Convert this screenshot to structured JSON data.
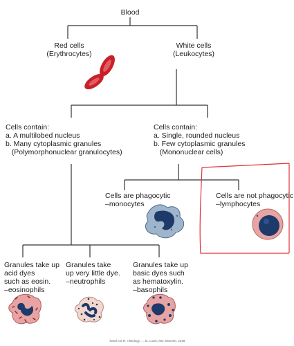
{
  "root": "Blood",
  "red_cells": "Red cells\n(Erythrocytes)",
  "white_cells": "White cells\n(Leukocytes)",
  "poly_group": "Cells contain:\na. A multilobed nucleus\nb. Many cytoplasmic granules\n   (Polymorphonuclear granulocytes)",
  "mono_group": "Cells contain:\na. Single, rounded nucleus\nb. Few cytoplasmic granules\n   (Mononuclear cells)",
  "monocytes": "Cells are phagocytic\n–monocytes",
  "lymphocytes": "Cells are not phagocytic\n–lymphocytes",
  "eosinophils": "Granules take up\nacid dyes\nsuch as eosin.\n–eosinophils",
  "neutrophils": "Granules take\nup very little dye.\n–neutrophils",
  "basophils": "Granules take up\nbasic dyes such\nas hematoxylin.\n–basophils",
  "credit": "Tortal, Ira R. Histology, ... St. Louis, MO: Elsevier, 2018",
  "colors": {
    "line": "#333333",
    "rbc": "#c8202a",
    "nucleus": "#1d3a6b",
    "cytoplasm_pink": "#e8a3a3",
    "monocyte_blue": "#9fb5cc",
    "annotation_red": "#e0303a"
  }
}
